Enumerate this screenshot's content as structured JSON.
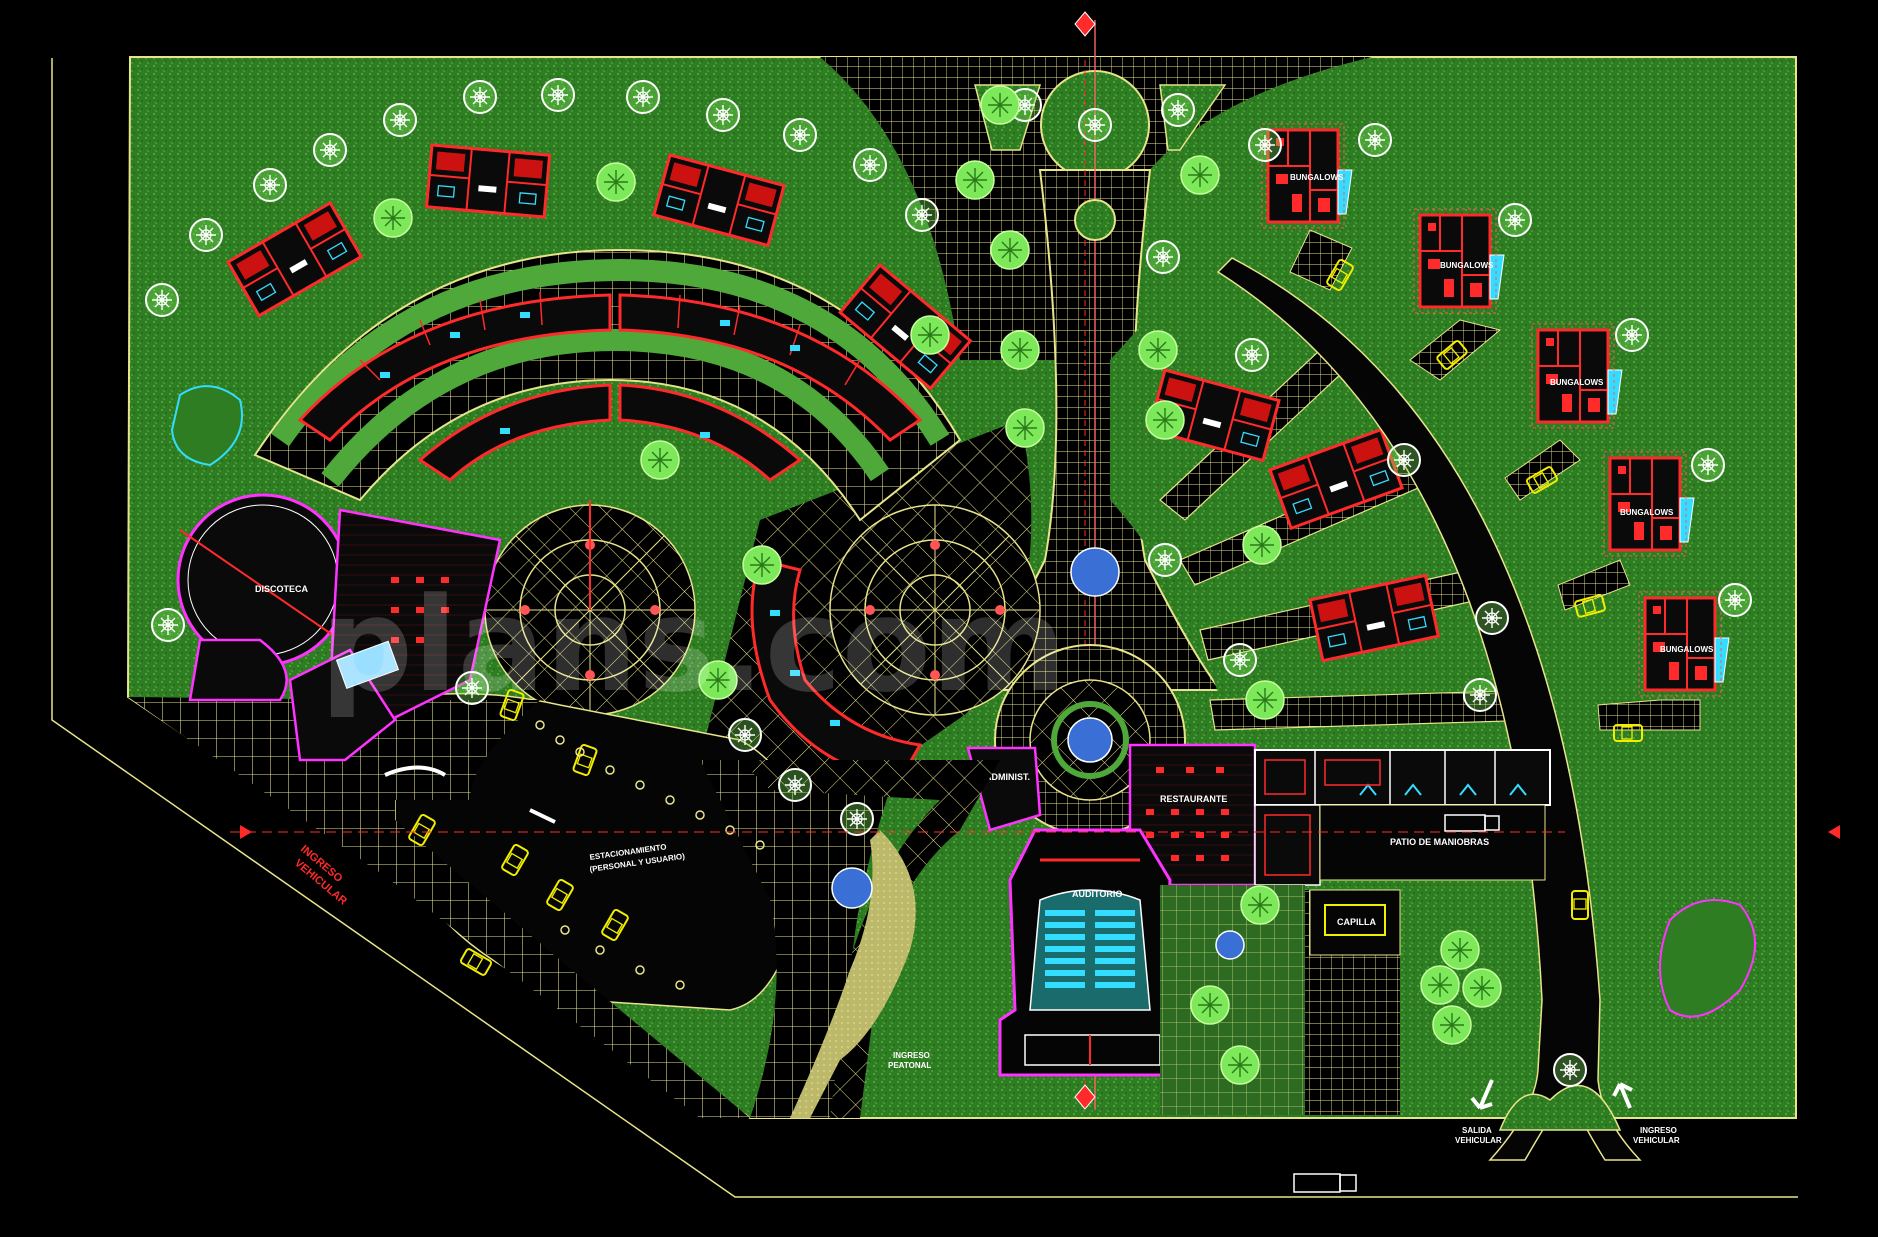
{
  "colors": {
    "background": "#000000",
    "grass": "#2f7d22",
    "grass_light": "#4ea83a",
    "line_yellow": "#e8e48a",
    "wall_red": "#ff2a2a",
    "magenta": "#ff33ff",
    "cyan": "#33ddff",
    "car_yellow": "#f2ee00",
    "road": "#050505",
    "white": "#ffffff",
    "circle_blue": "#3a6fd6"
  },
  "labels": {
    "discoteca": "DISCOTECA",
    "bungalow": "BUNGALOWS",
    "restaurante": "RESTAURANTE",
    "admin": "ADMINIST.",
    "auditorio": "AUDITORIO",
    "capilla": "CAPILLA",
    "patio": "PATIO DE MANIOBRAS",
    "parking_1": "ESTACIONAMIENTO",
    "parking_2": "(PERSONAL Y USUARIO)",
    "ingreso_vehicular_left_1": "INGRESO",
    "ingreso_vehicular_left_2": "VEHICULAR",
    "salida_1": "SALIDA",
    "salida_2": "VEHICULAR",
    "ingreso_1": "INGRESO",
    "ingreso_2": "VEHICULAR",
    "ingreso_peatonal_1": "INGRESO",
    "ingreso_peatonal_2": "PEATONAL"
  },
  "watermark": "plans.com"
}
